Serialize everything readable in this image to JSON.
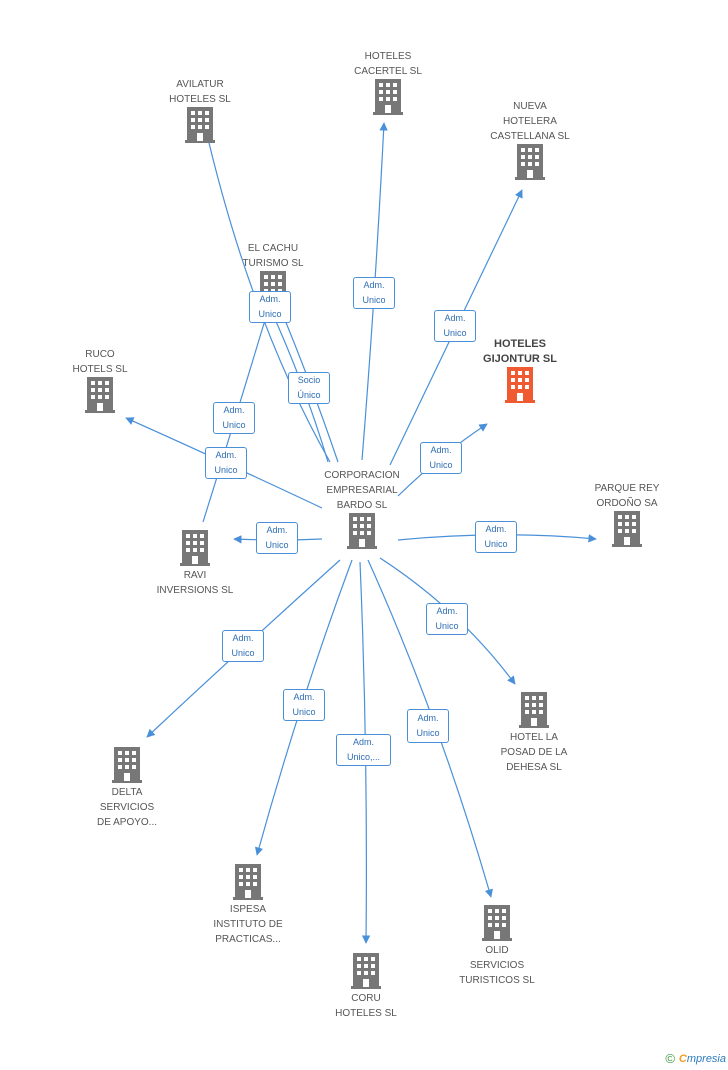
{
  "colors": {
    "edge": "#4a90d9",
    "node": "#777777",
    "highlight": "#f05a30"
  },
  "nodes": [
    {
      "id": "center",
      "label": "CORPORACION\nEMPRESARIAL\nBARDO  SL",
      "label_pos": "top"
    },
    {
      "id": "hoteles_cacertel",
      "label": "HOTELES\nCACERTEL SL",
      "label_pos": "top"
    },
    {
      "id": "avilatur",
      "label": "AVILATUR\nHOTELES SL",
      "label_pos": "top"
    },
    {
      "id": "nueva_hotelera",
      "label": "NUEVA\nHOTELERA\nCASTELLANA SL",
      "label_pos": "top"
    },
    {
      "id": "el_cachu",
      "label": "EL CACHU\nTURISMO  SL",
      "label_pos": "top"
    },
    {
      "id": "hoteles_gijontur",
      "label": "HOTELES\nGIJONTUR SL",
      "label_pos": "top",
      "highlight": true
    },
    {
      "id": "ruco",
      "label": "RUCO\nHOTELS SL",
      "label_pos": "top"
    },
    {
      "id": "parque_rey",
      "label": "PARQUE REY\nORDOÑO SA",
      "label_pos": "top"
    },
    {
      "id": "ravi",
      "label": "RAVI\nINVERSIONS SL",
      "label_pos": "bottom"
    },
    {
      "id": "hotel_la_posad",
      "label": "HOTEL LA\nPOSAD DE LA\nDEHESA SL",
      "label_pos": "bottom"
    },
    {
      "id": "delta",
      "label": "DELTA\nSERVICIOS\nDE APOYO...",
      "label_pos": "bottom"
    },
    {
      "id": "ispesa",
      "label": "ISPESA\nINSTITUTO DE\nPRACTICAS...",
      "label_pos": "bottom"
    },
    {
      "id": "olid",
      "label": "OLID\nSERVICIOS\nTURISTICOS SL",
      "label_pos": "bottom"
    },
    {
      "id": "coru",
      "label": "CORU\nHOTELES SL",
      "label_pos": "bottom"
    }
  ],
  "edges": [
    {
      "id": "e-cacertel",
      "label": "Adm.\nUnico"
    },
    {
      "id": "e-avilatur",
      "label": "Adm.\nUnico"
    },
    {
      "id": "e-nueva",
      "label": "Adm.\nUnico"
    },
    {
      "id": "e-cachu-socio",
      "label": "Socio\nÚnico"
    },
    {
      "id": "e-gijontur",
      "label": "Adm.\nUnico"
    },
    {
      "id": "e-ruco",
      "label": "Adm.\nUnico"
    },
    {
      "id": "e-ravi-cachu",
      "label": "Adm.\nUnico"
    },
    {
      "id": "e-ravi",
      "label": "Adm.\nUnico"
    },
    {
      "id": "e-parque",
      "label": "Adm.\nUnico"
    },
    {
      "id": "e-posad",
      "label": "Adm.\nUnico"
    },
    {
      "id": "e-delta",
      "label": "Adm.\nUnico"
    },
    {
      "id": "e-ispesa",
      "label": "Adm.\nUnico"
    },
    {
      "id": "e-coru",
      "label": "Adm.\nUnico,..."
    },
    {
      "id": "e-olid",
      "label": "Adm.\nUnico"
    }
  ],
  "footer": {
    "copyright": "©",
    "brand_first": "C",
    "brand_rest": "mpresia"
  }
}
